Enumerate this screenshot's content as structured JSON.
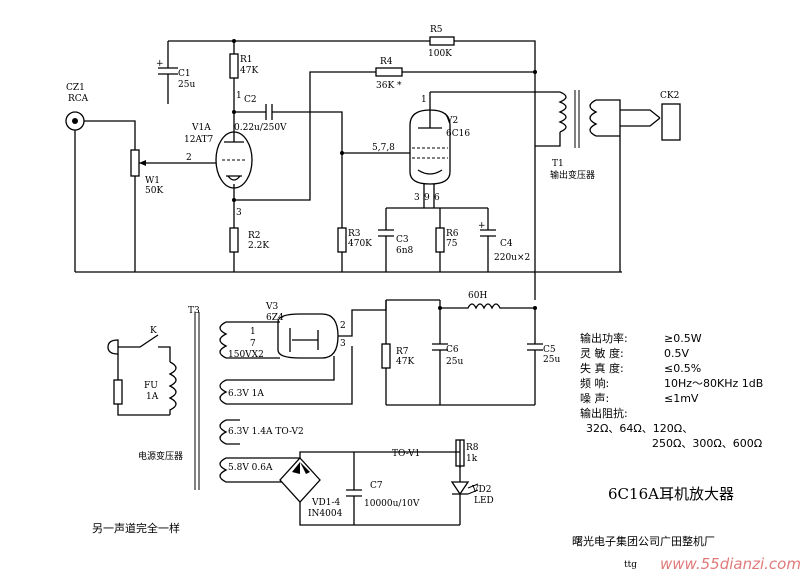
{
  "components": {
    "cz1": "CZ1",
    "cz1_type": "RCA",
    "w1": "W1",
    "w1_value": "50K",
    "r1": "R1",
    "r1_value": "47K",
    "c1": "C1",
    "c1_value": "25u",
    "c2": "C2",
    "c2_value": "0.22u/250V",
    "v1a": "V1A",
    "v1a_type": "12AT7",
    "r2": "R2",
    "r2_value": "2.2K",
    "r3": "R3",
    "r3_value": "470K",
    "r4": "R4",
    "r4_value": "36K *",
    "r5": "R5",
    "r5_value": "100K",
    "v2": "V2",
    "v2_type": "6C16",
    "pins_578": "5,7,8",
    "c3": "C3",
    "c3_value": "6n8",
    "r6": "R6",
    "r6_value": "75",
    "c4": "C4",
    "c4_value": "220u×2",
    "t1": "T1",
    "t1_desc": "输出变压器",
    "ck2": "CK2",
    "t3": "T3",
    "v3": "V3",
    "v3_type": "6Z4",
    "k": "K",
    "fu": "FU",
    "fu_value": "1A",
    "t3_sec1": "150VX2",
    "t3_sec2": "6.3V 1A",
    "t3_sec3": "6.3V 1.4A   TO-V2",
    "t3_sec4": "5.8V 0.6A",
    "power_tx": "电源变压器",
    "l1": "60H",
    "r7": "R7",
    "r7_value": "47K",
    "c6": "C6",
    "c6_value": "25u",
    "c5": "C5",
    "c5_value": "25u",
    "vd14": "VD1-4",
    "vd14_type": "IN4004",
    "c7": "C7",
    "c7_value": "10000u/10V",
    "to_v1": "TO-V1",
    "r8": "R8",
    "r8_value": "1k",
    "vd2": "VD2",
    "vd2_type": "LED"
  },
  "pins": {
    "p1": "1",
    "p2": "2",
    "p3": "3",
    "p1b": "1",
    "p3b": "3",
    "p9": "9",
    "p6": "6",
    "p1c": "1",
    "p7c": "7",
    "p2c": "2",
    "p3c": "3"
  },
  "specs": [
    {
      "label": "输出功率:",
      "value": "≥0.5W"
    },
    {
      "label": "灵 敏 度:",
      "value": "0.5V"
    },
    {
      "label": "失 真 度:",
      "value": "≤0.5%"
    },
    {
      "label": "频     响:",
      "value": "10Hz～80KHz  1dB"
    },
    {
      "label": "噪     声:",
      "value": "≤1mV"
    },
    {
      "label": "输出阻抗:",
      "value": ""
    }
  ],
  "impedance_line1": "32Ω、64Ω、120Ω、",
  "impedance_line2": "250Ω、300Ω、600Ω",
  "title": "6C16A耳机放大器",
  "note": "另一声道完全一样",
  "company": "曙光电子集团公司广田整机厂",
  "watermark": "www.55dianzi.com",
  "watermark_small": "ttg"
}
